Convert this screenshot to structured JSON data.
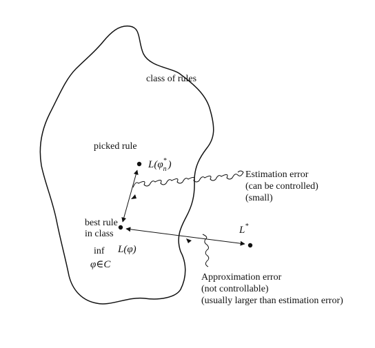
{
  "labels": {
    "region": "class of rules",
    "picked": "picked rule",
    "best_line1": "best rule",
    "best_line2": "in class",
    "inf": "inf",
    "inf_sub": "φ∈C",
    "L_phi": "L(φ)",
    "L_phi_n_base": "L(φ",
    "L_phi_n_sub": "n",
    "L_phi_n_sup": "*",
    "L_phi_n_close": ")",
    "L_star_base": "L",
    "L_star_sup": "*",
    "est_line1": "Estimation error",
    "est_line2": "(can be controlled)",
    "est_line3": "(small)",
    "approx_line1": "Approximation error",
    "approx_line2": "(not controllable)",
    "approx_line3": "(usually larger than estimation error)"
  },
  "colors": {
    "ink": "#111111",
    "background": "#ffffff"
  }
}
